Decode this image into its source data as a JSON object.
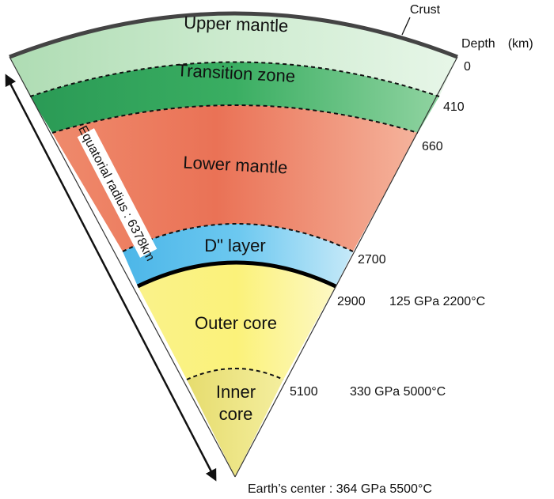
{
  "title": {
    "crust": "Crust",
    "depth_unit": "Depth　(km)"
  },
  "layers": {
    "upper_mantle": "Upper mantle",
    "transition_zone": "Transition zone",
    "lower_mantle": "Lower mantle",
    "d_layer": "D\" layer",
    "outer_core": "Outer core",
    "inner_core_1": "Inner",
    "inner_core_2": "core"
  },
  "depths": {
    "d0": "0",
    "d410": "410",
    "d660": "660",
    "d2700": "2700",
    "d2900": "2900",
    "d5100": "5100"
  },
  "conditions": {
    "cmb": "125 GPa 2200°C",
    "icb": "330 GPa 5000°C",
    "center": "Earth’s center : 364 GPa 5500°C"
  },
  "radius_label": "Equatorial radius : 6378km",
  "colors": {
    "upper_mantle": "#c2e6c6",
    "transition_zone": "#2fa35a",
    "lower_mantle": "#ec7a5b",
    "d_layer": "#5cc1ec",
    "outer_core": "#f8ef6a",
    "inner_core": "#ece27a"
  }
}
